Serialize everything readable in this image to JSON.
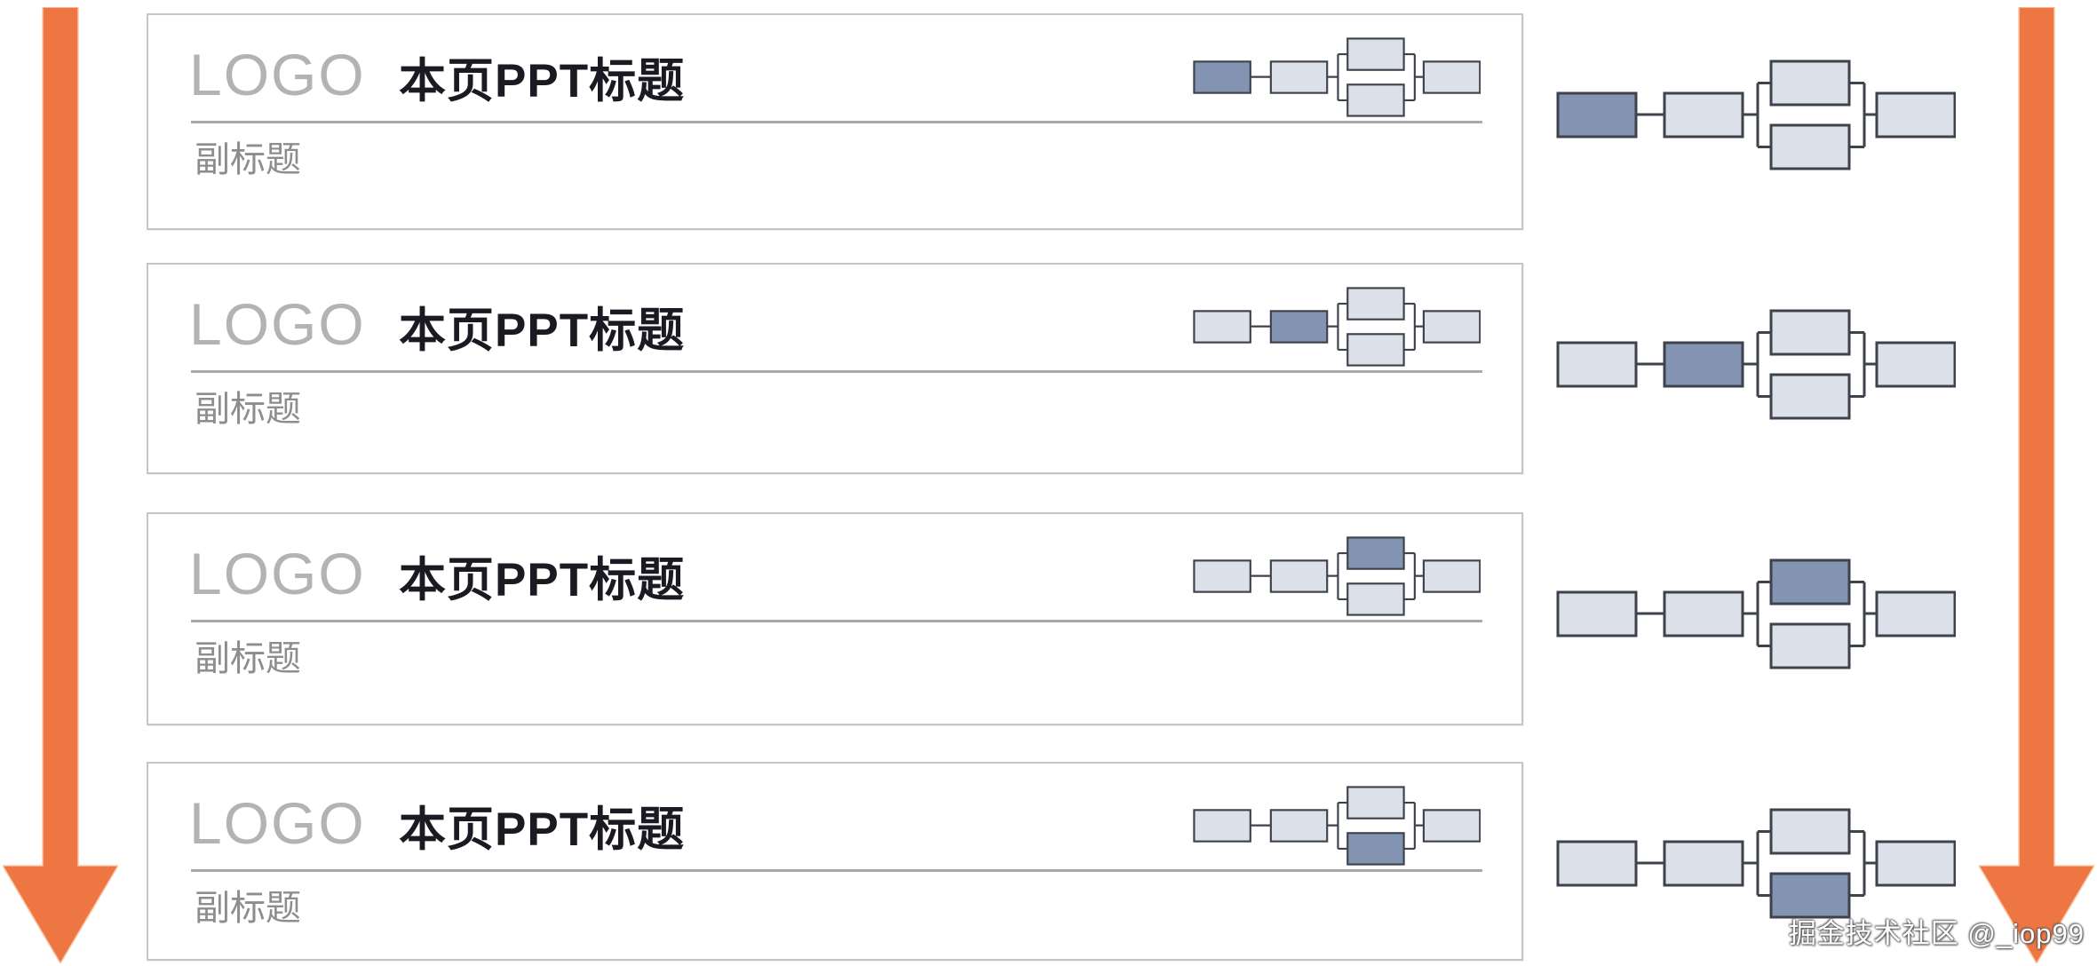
{
  "page": {
    "watermark": "掘金技术社区 @_iop99"
  },
  "colors": {
    "arrow": "#ee7643",
    "panel_border": "#c6c6c6",
    "underline": "#a8a8a8",
    "logo_text": "#b3b3b3",
    "title_text": "#1a1a22",
    "subtitle_text": "#8d8d8d",
    "box_light": "#dce0e9",
    "box_active": "#8294b2",
    "box_border": "#3e424c"
  },
  "rows": [
    {
      "logo": "LOGO",
      "title": "本页PPT标题",
      "subtitle": "副标题",
      "active_step": 1
    },
    {
      "logo": "LOGO",
      "title": "本页PPT标题",
      "subtitle": "副标题",
      "active_step": 2
    },
    {
      "logo": "LOGO",
      "title": "本页PPT标题",
      "subtitle": "副标题",
      "active_step": 3
    },
    {
      "logo": "LOGO",
      "title": "本页PPT标题",
      "subtitle": "副标题",
      "active_step": 4
    }
  ],
  "diagram": {
    "type": "flowchart",
    "structure": "box1 → box2 → parallel(box3-top, box3-bottom) → box4",
    "steps": [
      "flow-box-1",
      "flow-box-2",
      "flow-box-3-top",
      "flow-box-3-bottom",
      "flow-box-4"
    ]
  }
}
